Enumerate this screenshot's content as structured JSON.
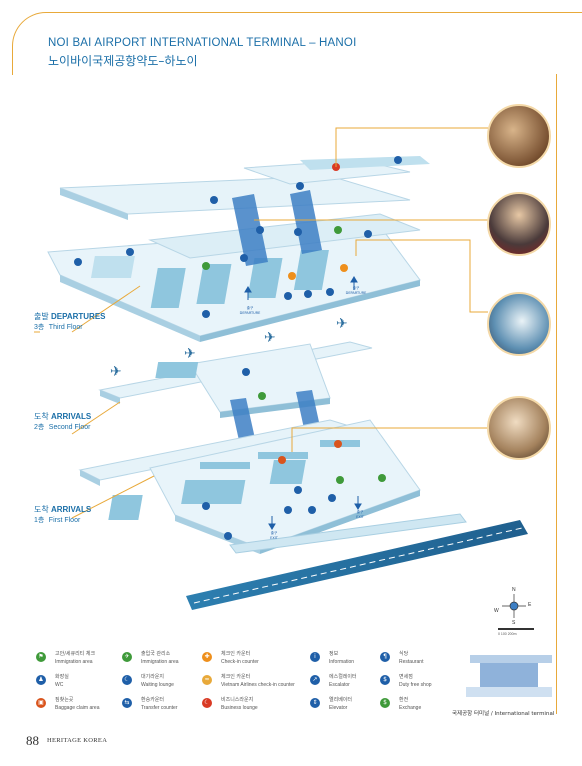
{
  "title": {
    "en": "NOI BAI AIRPORT INTERNATIONAL TERMINAL – HANOI",
    "ko": "노이바이국제공항약도–하노이"
  },
  "floors": [
    {
      "ko": "출발",
      "en": "DEPARTURES",
      "floor_ko": "3층",
      "floor_en": "Third Floor"
    },
    {
      "ko": "도착",
      "en": "ARRIVALS",
      "floor_ko": "2층",
      "floor_en": "Second Floor"
    },
    {
      "ko": "도착",
      "en": "ARRIVALS",
      "floor_ko": "1층",
      "floor_en": "First Floor"
    }
  ],
  "map_labels": {
    "departure_ko": "출구",
    "departure_en": "DEPARTURE",
    "exit_ko": "출구",
    "exit_en": "EXIT"
  },
  "compass": {
    "n": "N",
    "e": "E",
    "s": "S",
    "w": "W",
    "scale": "0 100 200m"
  },
  "legend": [
    {
      "ko": "고안/세큐리티 체크",
      "en": "Immigration area",
      "color": "#3f9a3a",
      "glyph": "⚑"
    },
    {
      "ko": "출입국 관리소",
      "en": "Immigration area",
      "color": "#3f9a3a",
      "glyph": "✈"
    },
    {
      "ko": "체크인 카운터",
      "en": "Check-in counter",
      "color": "#ee8f1c",
      "glyph": "✚"
    },
    {
      "ko": "정보",
      "en": "Information",
      "color": "#1f5fa8",
      "glyph": "i"
    },
    {
      "ko": "식당",
      "en": "Restaurant",
      "color": "#1f5fa8",
      "glyph": "¶"
    },
    {
      "ko": "화장실",
      "en": "WC",
      "color": "#1f5fa8",
      "glyph": "♟"
    },
    {
      "ko": "대기라운지",
      "en": "Waiting lounge",
      "color": "#1f5fa8",
      "glyph": "☾"
    },
    {
      "ko": "체크인 카운터",
      "en": "Vietnam Airlines check-in counter",
      "color": "#e8a93a",
      "glyph": "≈"
    },
    {
      "ko": "에스컬레이터",
      "en": "Escalator",
      "color": "#1f5fa8",
      "glyph": "↗"
    },
    {
      "ko": "면세점",
      "en": "Duty free shop",
      "color": "#1f5fa8",
      "glyph": "$"
    },
    {
      "ko": "짐찾는곳",
      "en": "Baggage claim area",
      "color": "#d9541d",
      "glyph": "▣"
    },
    {
      "ko": "환승카운터",
      "en": "Transfer counter",
      "color": "#1f5fa8",
      "glyph": "⇆"
    },
    {
      "ko": "비즈니스라운지",
      "en": "Business lounge",
      "color": "#d93a24",
      "glyph": "☾"
    },
    {
      "ko": "엘리베이터",
      "en": "Elevator",
      "color": "#1f5fa8",
      "glyph": "⇕"
    },
    {
      "ko": "환전",
      "en": "Exchange",
      "color": "#3f9a3a",
      "glyph": "$"
    }
  ],
  "intl_terminal_caption": "국제공항 터미널 / International terminal",
  "footer": {
    "page": "88",
    "magazine": "HERITAGE KOREA"
  }
}
